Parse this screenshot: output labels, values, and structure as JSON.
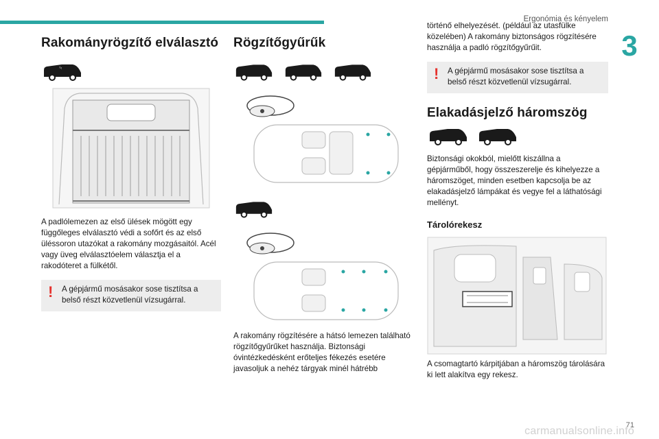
{
  "header": {
    "section_title": "Ergonómia és kényelem",
    "chapter_number": "3"
  },
  "col1": {
    "title": "Rakományrögzítő elválasztó",
    "body": "A padlólemezen az első ülések mögött egy függőleges elválasztó védi a sofőrt és az első üléssoron utazókat a rakomány mozgásaitól. Acél vagy üveg elválasztóelem választja el a rakodóteret a fülkétől.",
    "warning": "A gépjármű mosásakor sose tisztítsa a belső részt közvetlenül vízsugárral."
  },
  "col2": {
    "title": "Rögzítőgyűrűk",
    "body": "A rakomány rögzítésére a hátsó lemezen található rögzítőgyűrűket használja. Biztonsági óvintézkedésként erőteljes fékezés esetére javasoljuk a nehéz tárgyak minél hátrébb"
  },
  "col3": {
    "continued_text": "történő elhelyezését. (például az utasfülke közelében) A rakomány biztonságos rögzítésére használja a padló rögzítőgyűrűit.",
    "warning": "A gépjármű mosásakor sose tisztítsa a belső részt közvetlenül vízsugárral.",
    "title": "Elakadásjelző háromszög",
    "body": "Biztonsági okokból, mielőtt kiszállna a gépjárműből, hogy összeszerelje és kihelyezze a háromszöget, minden esetben kapcsolja be az elakadásjelző lámpákat és vegye fel a láthatósági mellényt.",
    "subtitle": "Tárolórekesz",
    "caption": "A csomagtartó kárpitjában a háromszög tárolására ki lett alakítva egy rekesz."
  },
  "footer": {
    "page_number": "71",
    "watermark": "carmanualsonline.info"
  },
  "colors": {
    "accent": "#2aa6a3",
    "warning": "#e5322d",
    "warning_bg": "#ededed"
  }
}
